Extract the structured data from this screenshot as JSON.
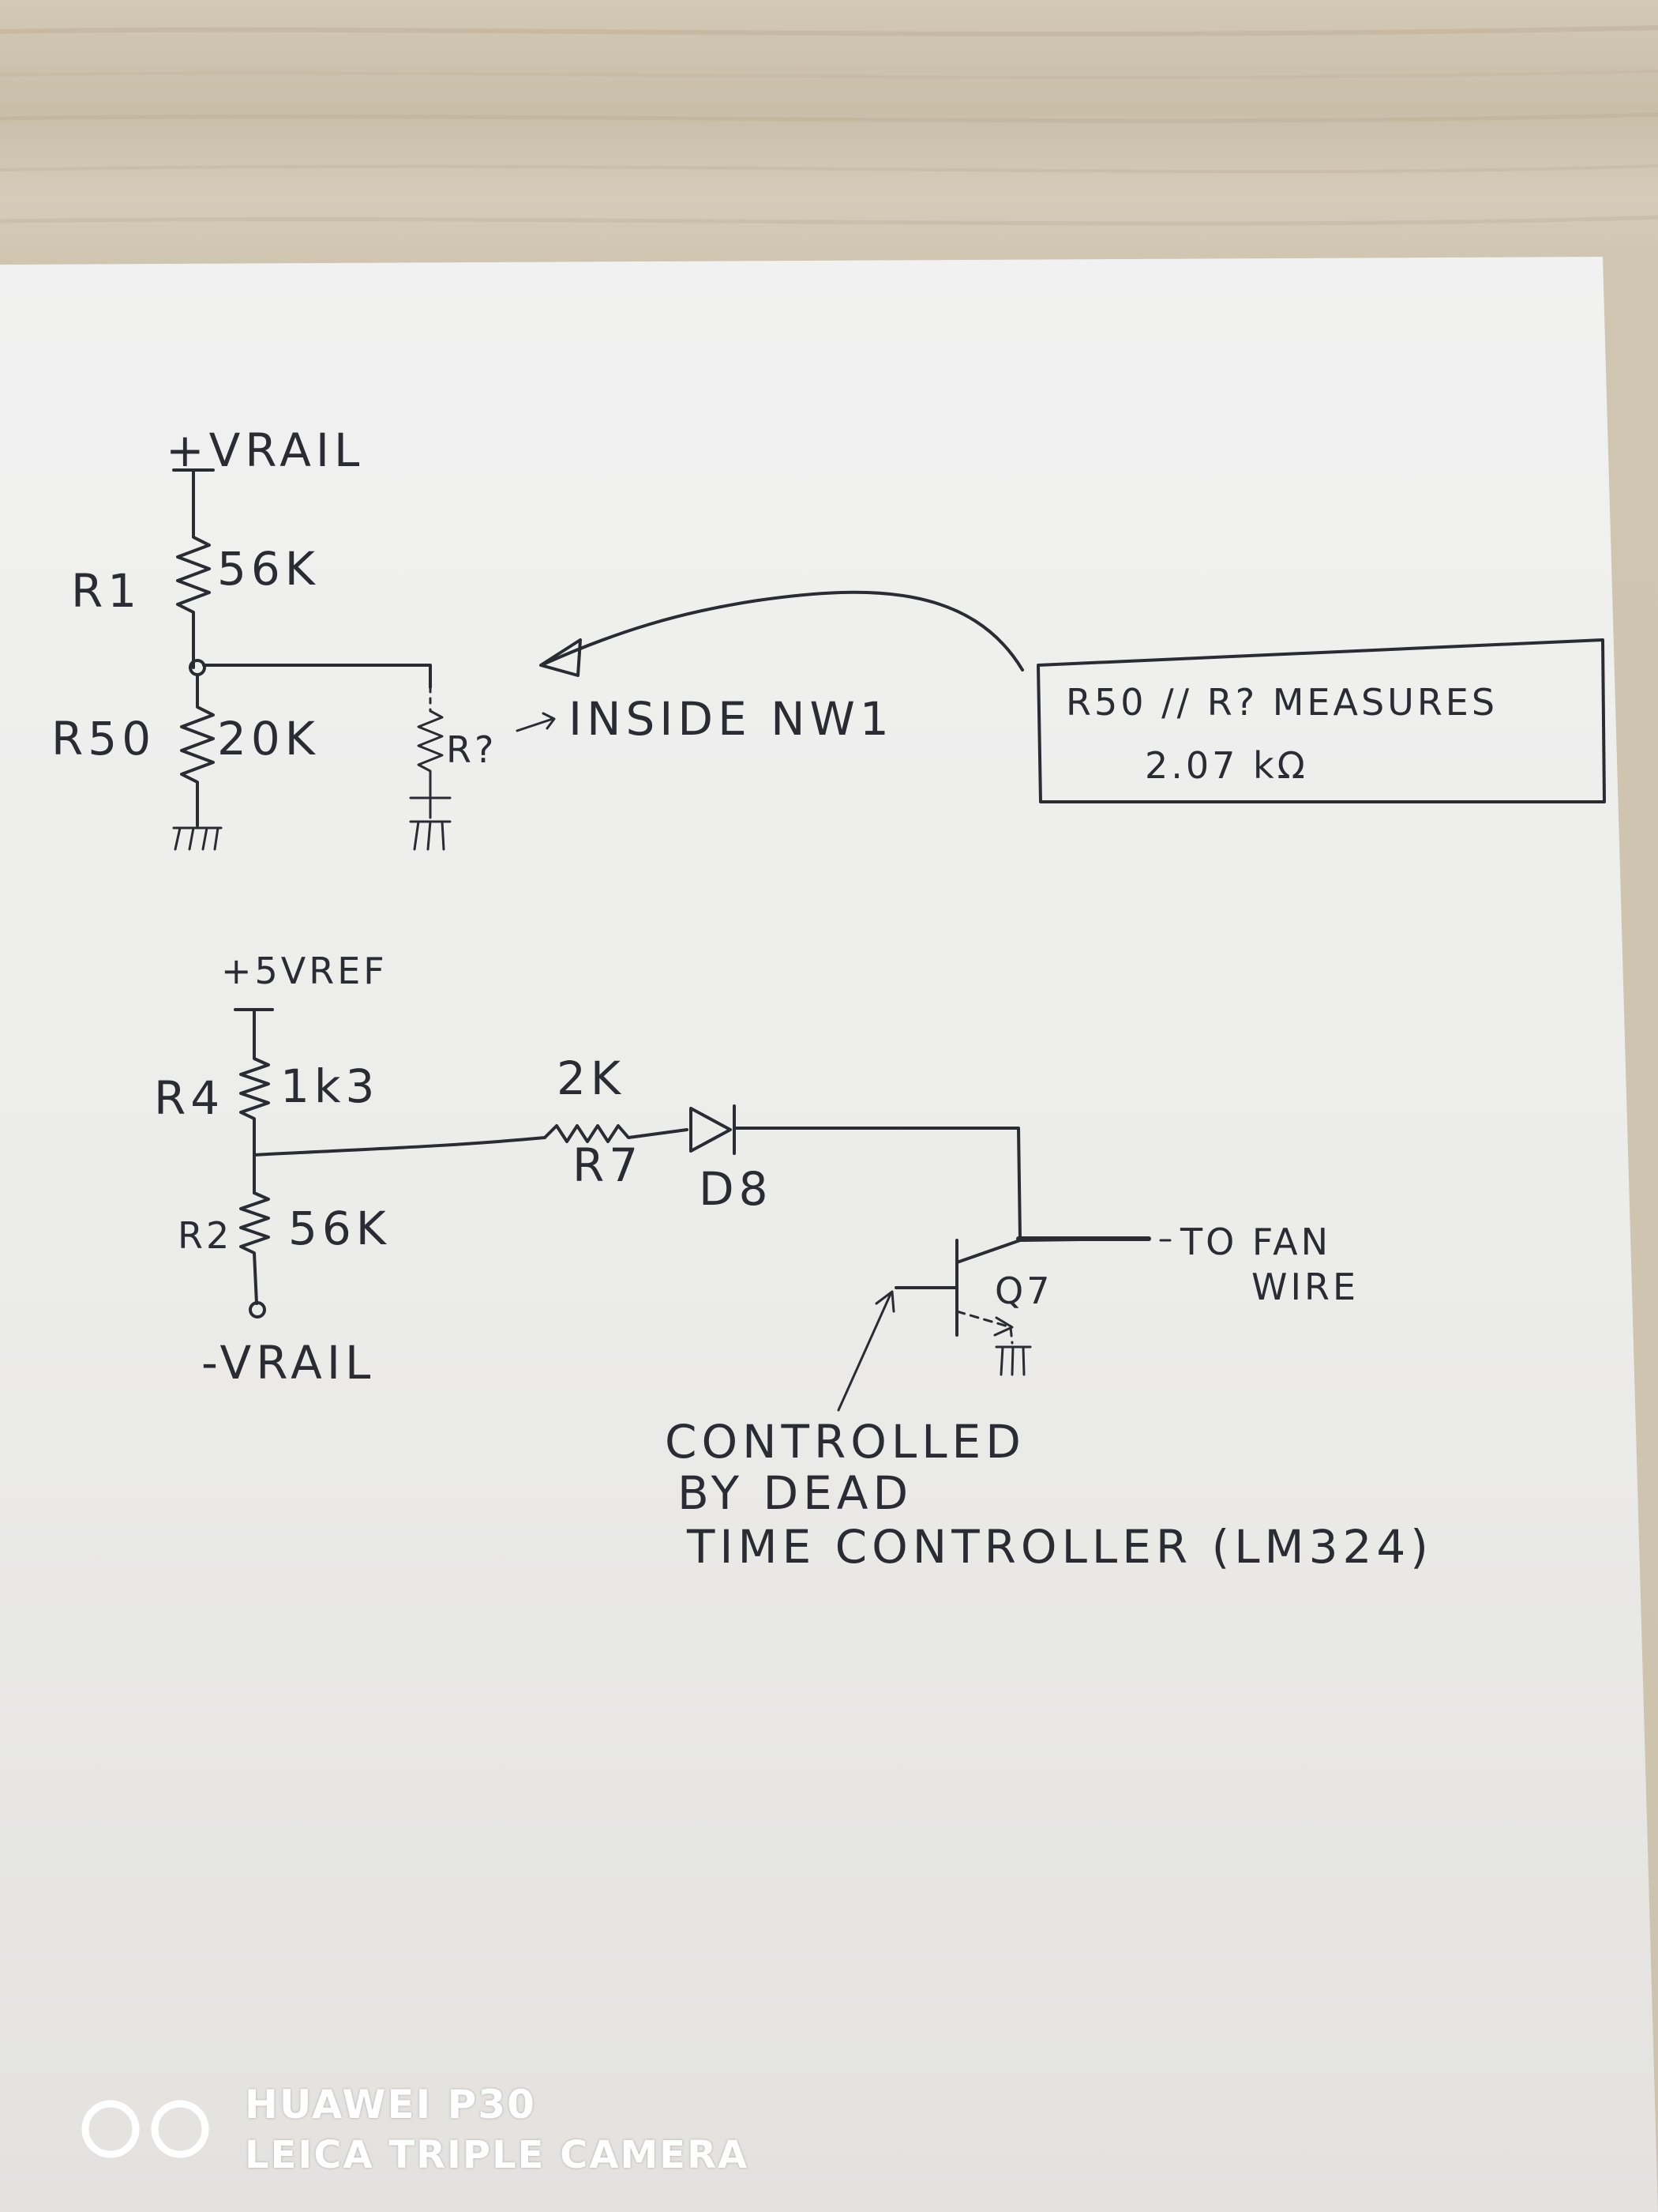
{
  "schematic_top": {
    "supply_label": "+VRAIL",
    "r1_name": "R1",
    "r1_value": "56K",
    "r50_name": "R50",
    "r50_value": "20K",
    "rq_label": "R?",
    "inside_label": "INSIDE NW1",
    "note_line1": "R50 // R? MEASURES",
    "note_line2": "2.07 kΩ"
  },
  "schematic_bottom": {
    "ref_label": "+5VREF",
    "r4_name": "R4",
    "r4_value": "1k3",
    "r2_name": "R2",
    "r2_value": "56K",
    "neg_label": "-VRAIL",
    "r7_value": "2K",
    "r7_name": "R7",
    "d8_name": "D8",
    "q7_name": "Q7",
    "fan_line1": "TO FAN",
    "fan_line2": "WIRE",
    "ctrl_line1": "CONTROLLED",
    "ctrl_line2": "BY DEAD",
    "ctrl_line3": "TIME CONTROLLER (LM324)"
  },
  "watermark": {
    "line1": "HUAWEI P30",
    "line2": "LEICA TRIPLE CAMERA"
  },
  "colors": {
    "paper": "#f2f1ee",
    "ink": "#2b2b33",
    "desk": "#cfc5b0",
    "watermark": "#ffffff"
  }
}
